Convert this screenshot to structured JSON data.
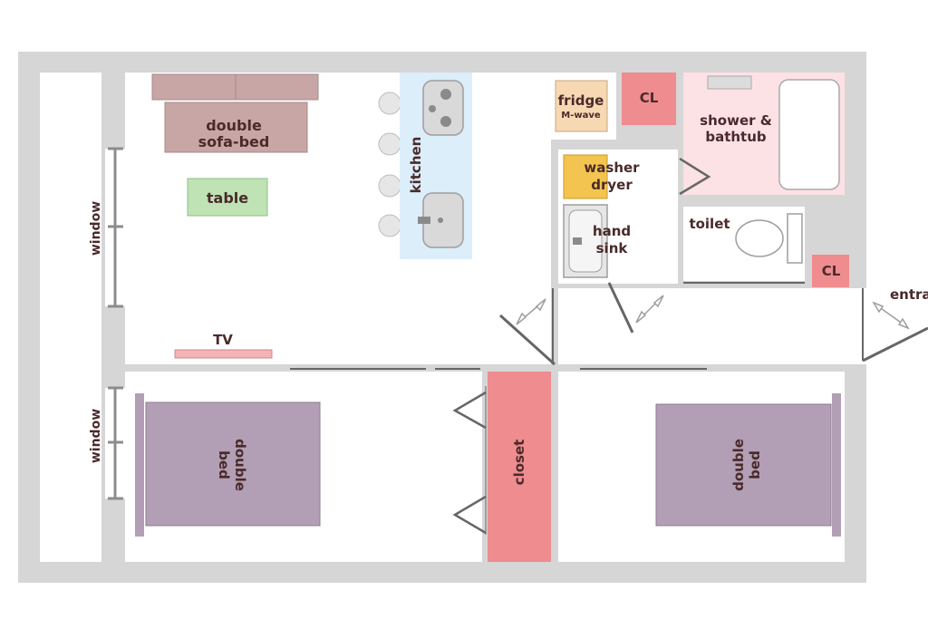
{
  "labels": {
    "sofa": [
      "double",
      "sofa-bed"
    ],
    "table": "table",
    "kitchen": "kitchen",
    "fridge": [
      "fridge",
      "M-wave"
    ],
    "cl_top": "CL",
    "shower": [
      "shower &",
      "bathtub"
    ],
    "washer": [
      "washer",
      "dryer"
    ],
    "hand_sink": [
      "hand",
      "sink"
    ],
    "toilet": "toilet",
    "cl_small": "CL",
    "entrance": "entra",
    "window_top": "window",
    "window_bottom": "window",
    "tv": "TV",
    "bed_left": [
      "double",
      "bed"
    ],
    "bed_right": [
      "double",
      "bed"
    ],
    "closet": "closet"
  },
  "colors": {
    "wall": "#d6d6d6",
    "sofa": "#c9a6a6",
    "table": "#bfe3b5",
    "kitchen": "#dbeefa",
    "fridge": "#f6d8b3",
    "closet_cl": "#ef8c8f",
    "bath": "#fce1e5",
    "washer": "#f3c44f",
    "bed": "#b29fb5",
    "tv": "#f2b4b4",
    "door": "#666666"
  }
}
